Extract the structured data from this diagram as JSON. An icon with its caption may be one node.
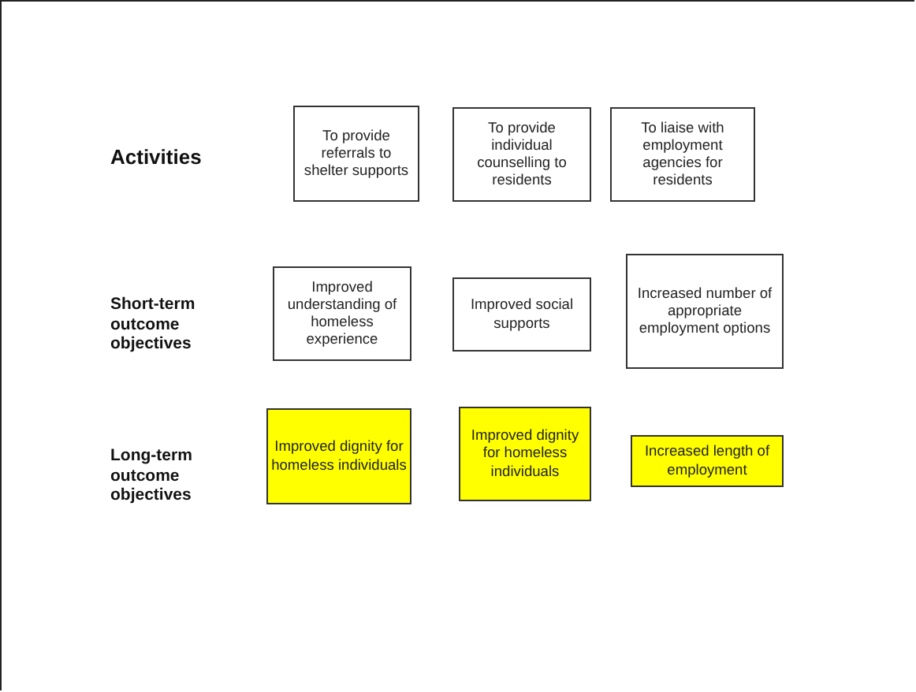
{
  "diagram": {
    "nodes": [
      {
        "text": [
          "To provide referrals to shelter supports"
        ]
      },
      {
        "text": [
          "To provide individual counselling to residents"
        ]
      },
      {
        "text": [
          "To liaise with employment agencies for residents"
        ]
      },
      {
        "text": [
          "Improved understanding of homeless experience"
        ]
      },
      {
        "text": [
          "Improved social supports"
        ]
      },
      {
        "text": [
          "Increased number of appropriate employment options"
        ]
      },
      {
        "text": [
          "Improved dignity for homeless individuals"
        ]
      },
      {
        "text": [
          "Improved dignity for homeless individuals"
        ]
      },
      {
        "text": [
          "Increased length of employment"
        ]
      }
    ],
    "labels": [
      "Activities",
      "Short-term outcome objectives",
      "Long-term outcome objectives"
    ]
  }
}
